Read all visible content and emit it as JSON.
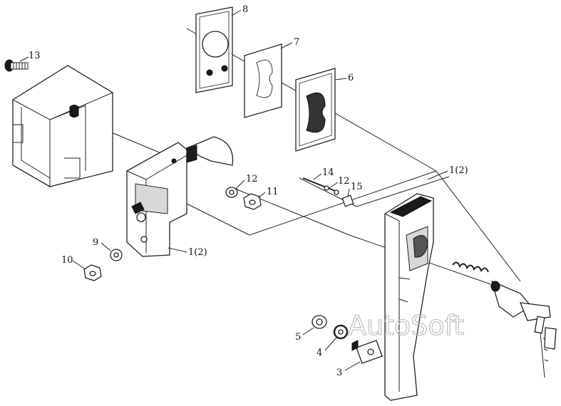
{
  "watermark": "AutoSoft",
  "callouts": {
    "c13": "13",
    "c8": "8",
    "c7": "7",
    "c6": "6",
    "c14": "14",
    "c12a": "12",
    "c15": "15",
    "c1b": "1(2)",
    "c12b": "12",
    "c11": "11",
    "c9": "9",
    "c10": "10",
    "c1a": "1(2)",
    "c5": "5",
    "c4": "4",
    "c3": "3"
  }
}
